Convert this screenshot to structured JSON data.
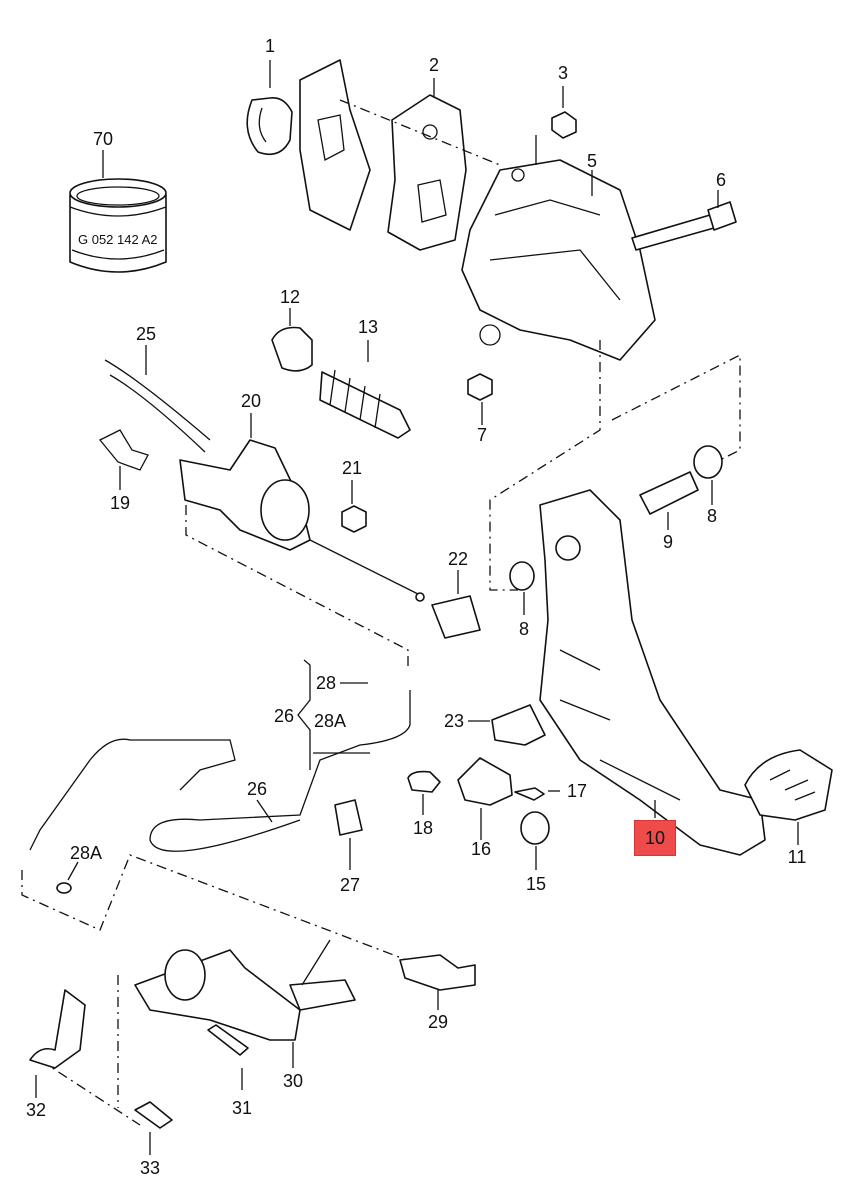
{
  "diagram": {
    "type": "exploded-parts-diagram",
    "subject": "Clutch pedal assembly with master/slave cylinder and hydraulic lines",
    "highlight_color": "#ee4b4b",
    "part_stamp_text": "G 052 142 A2",
    "callouts": [
      {
        "id": "c1",
        "label": "1"
      },
      {
        "id": "c2",
        "label": "2"
      },
      {
        "id": "c3",
        "label": "3"
      },
      {
        "id": "c5",
        "label": "5"
      },
      {
        "id": "c6",
        "label": "6"
      },
      {
        "id": "c7",
        "label": "7"
      },
      {
        "id": "c8a",
        "label": "8"
      },
      {
        "id": "c8b",
        "label": "8"
      },
      {
        "id": "c9",
        "label": "9"
      },
      {
        "id": "c10",
        "label": "10",
        "highlighted": true
      },
      {
        "id": "c11",
        "label": "11"
      },
      {
        "id": "c12",
        "label": "12"
      },
      {
        "id": "c13",
        "label": "13"
      },
      {
        "id": "c15",
        "label": "15"
      },
      {
        "id": "c16",
        "label": "16"
      },
      {
        "id": "c17",
        "label": "17"
      },
      {
        "id": "c18",
        "label": "18"
      },
      {
        "id": "c19",
        "label": "19"
      },
      {
        "id": "c20",
        "label": "20"
      },
      {
        "id": "c21",
        "label": "21"
      },
      {
        "id": "c22",
        "label": "22"
      },
      {
        "id": "c23",
        "label": "23"
      },
      {
        "id": "c25",
        "label": "25"
      },
      {
        "id": "c26a",
        "label": "26"
      },
      {
        "id": "c26b",
        "label": "26"
      },
      {
        "id": "c27",
        "label": "27"
      },
      {
        "id": "c28",
        "label": "28"
      },
      {
        "id": "c28Aa",
        "label": "28A"
      },
      {
        "id": "c28Ab",
        "label": "28A"
      },
      {
        "id": "c29",
        "label": "29"
      },
      {
        "id": "c30",
        "label": "30"
      },
      {
        "id": "c31",
        "label": "31"
      },
      {
        "id": "c32",
        "label": "32"
      },
      {
        "id": "c33",
        "label": "33"
      },
      {
        "id": "c70",
        "label": "70"
      }
    ]
  }
}
